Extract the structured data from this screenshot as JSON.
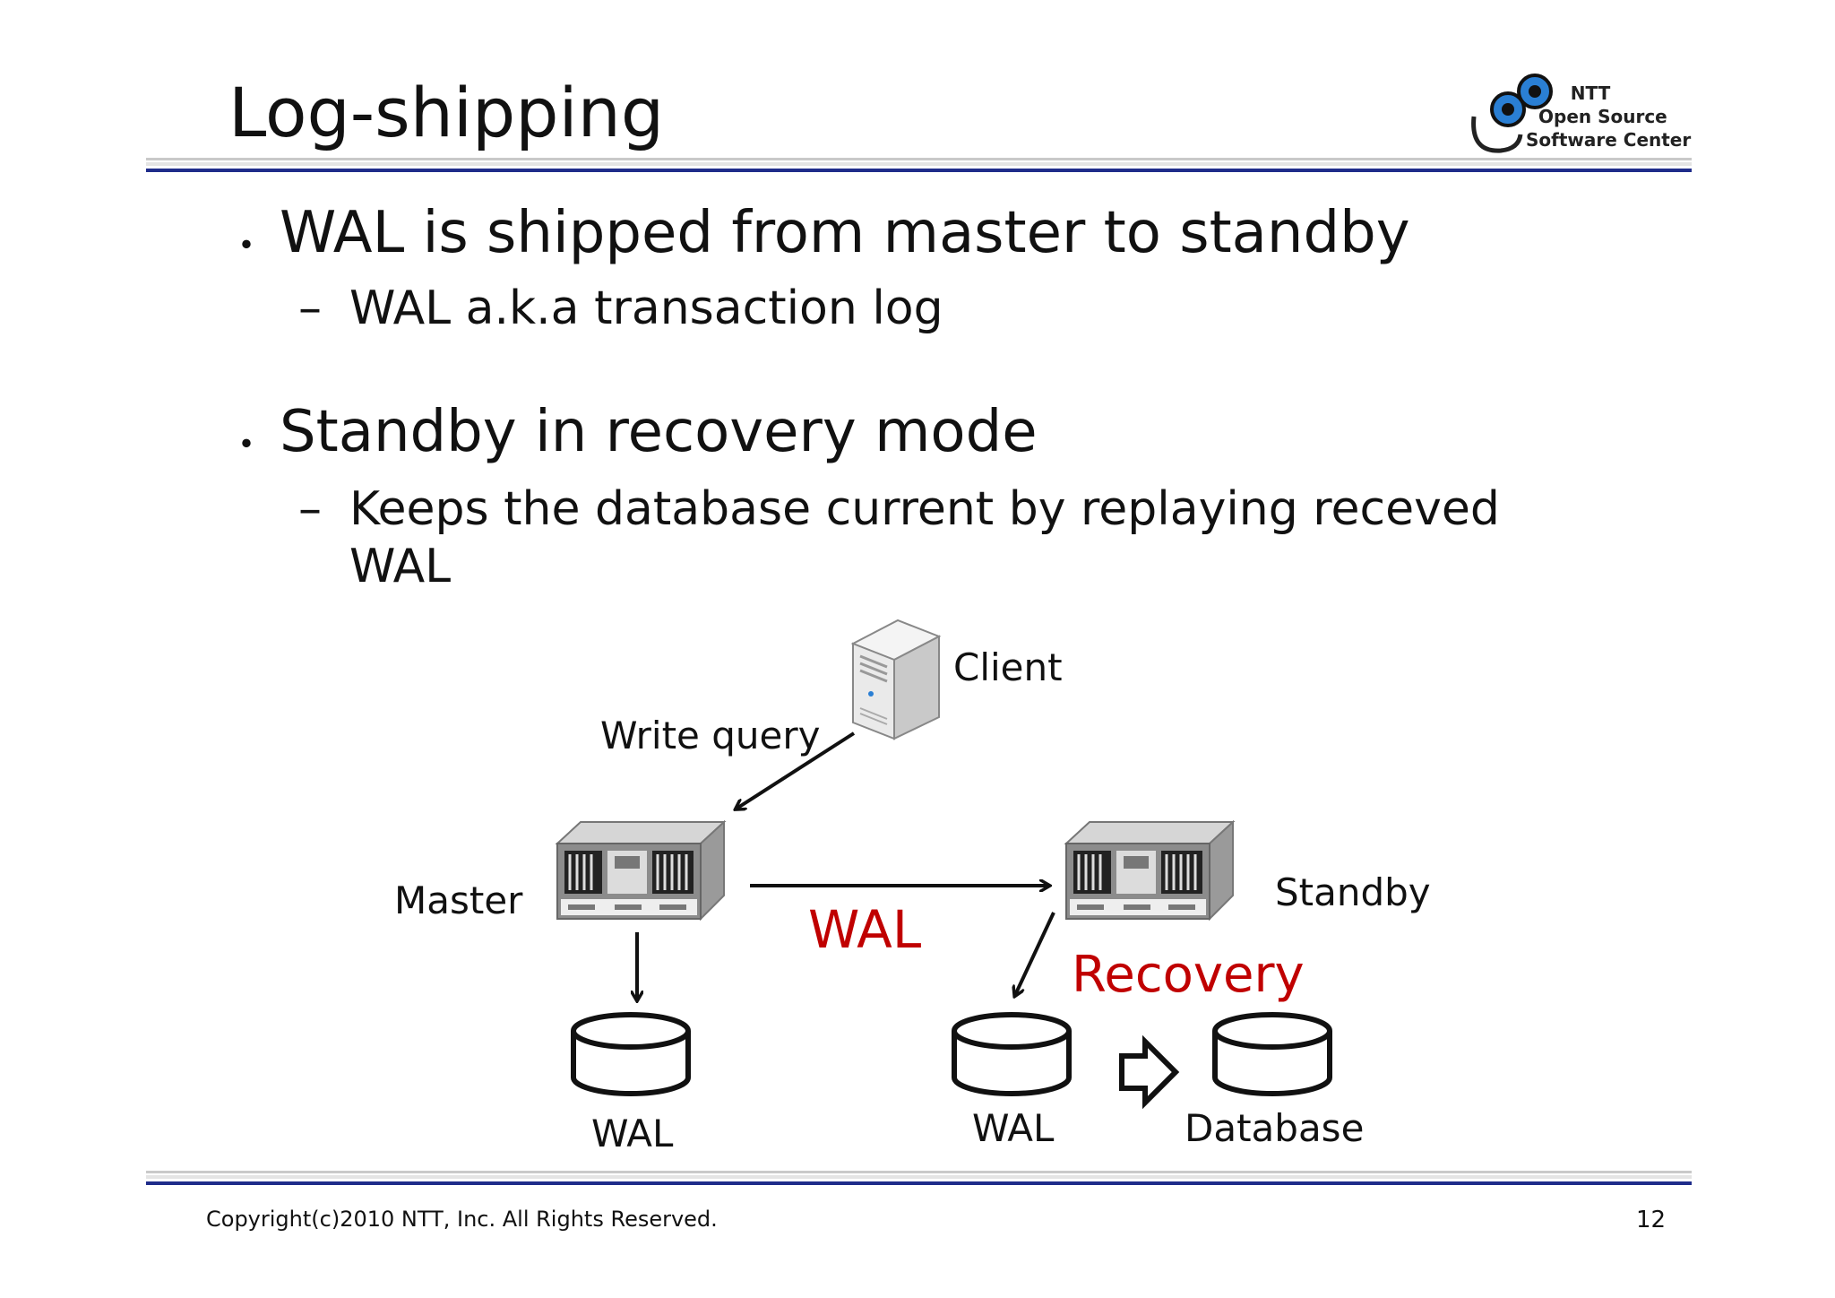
{
  "slide": {
    "title": "Log-shipping",
    "bullets": [
      {
        "text": "WAL is shipped from master to standby",
        "sub": [
          "WAL a.k.a transaction log"
        ]
      },
      {
        "text": "Standby in recovery mode",
        "sub": [
          "Keeps the database current by replaying receved",
          "WAL"
        ]
      }
    ],
    "bullet_glyph": "・",
    "sub_glyph": "–",
    "footer": {
      "copyright": "Copyright(c)2010 NTT, Inc. All Rights Reserved.",
      "page": "12"
    }
  },
  "logo": {
    "line1": "NTT",
    "line2": "Open Source",
    "line3": "Software Center"
  },
  "diagram": {
    "client_label": "Client",
    "write_query_label": "Write query",
    "master_label": "Master",
    "standby_label": "Standby",
    "ship_label": "WAL",
    "recovery_label": "Recovery",
    "master_wal_label": "WAL",
    "standby_wal_label": "WAL",
    "database_label": "Database",
    "accent_color": "#c00000",
    "rule_color": "#1f2c8a",
    "icons": [
      "client-computer-icon",
      "master-server-icon",
      "standby-server-icon",
      "disk-icon",
      "hollow-arrow-icon"
    ]
  }
}
